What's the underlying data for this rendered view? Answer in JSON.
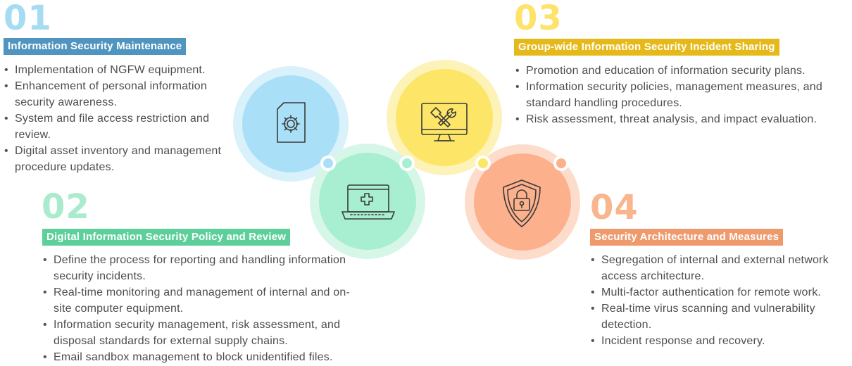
{
  "sections": [
    {
      "number": "01",
      "title": "Information Security Maintenance",
      "items": [
        "Implementation of NGFW equipment.",
        "Enhancement of personal information security awareness.",
        "System and file access restriction and review.",
        "Digital asset inventory and management procedure updates."
      ]
    },
    {
      "number": "02",
      "title": "Digital Information Security Policy and Review",
      "items": [
        "Define the process for reporting and handling information security incidents.",
        "Real-time monitoring and management of internal and on-site computer equipment.",
        "Information security management, risk assessment, and disposal standards for external supply chains.",
        "Email sandbox management to block unidentified files."
      ]
    },
    {
      "number": "03",
      "title": "Group-wide Information Security Incident Sharing",
      "items": [
        "Promotion and education of information security plans.",
        "Information security policies, management measures, and standard handling procedures.",
        "Risk assessment, threat analysis, and impact evaluation."
      ]
    },
    {
      "number": "04",
      "title": "Security Architecture and Measures",
      "items": [
        "Segregation of internal and external network access architecture.",
        "Multi-factor authentication for remote work.",
        "Real-time virus scanning and vulnerability detection.",
        "Incident response and recovery."
      ]
    }
  ],
  "colors": {
    "blue_number": "#a6dcf2",
    "blue_title": "#4f95bf",
    "green_number": "#aaeacd",
    "green_title": "#5ccf9a",
    "yellow_number": "#fde36a",
    "yellow_title": "#e6b91a",
    "orange_number": "#f9b58e",
    "orange_title": "#ef9a6c",
    "blue_circle": "#a9e0f7",
    "green_circle": "#a7efd0",
    "yellow_circle": "#fde667",
    "orange_circle": "#fcb08c"
  },
  "icons": [
    "sim-card-gear-icon",
    "laptop-medical-icon",
    "monitor-tools-icon",
    "shield-lock-icon"
  ]
}
